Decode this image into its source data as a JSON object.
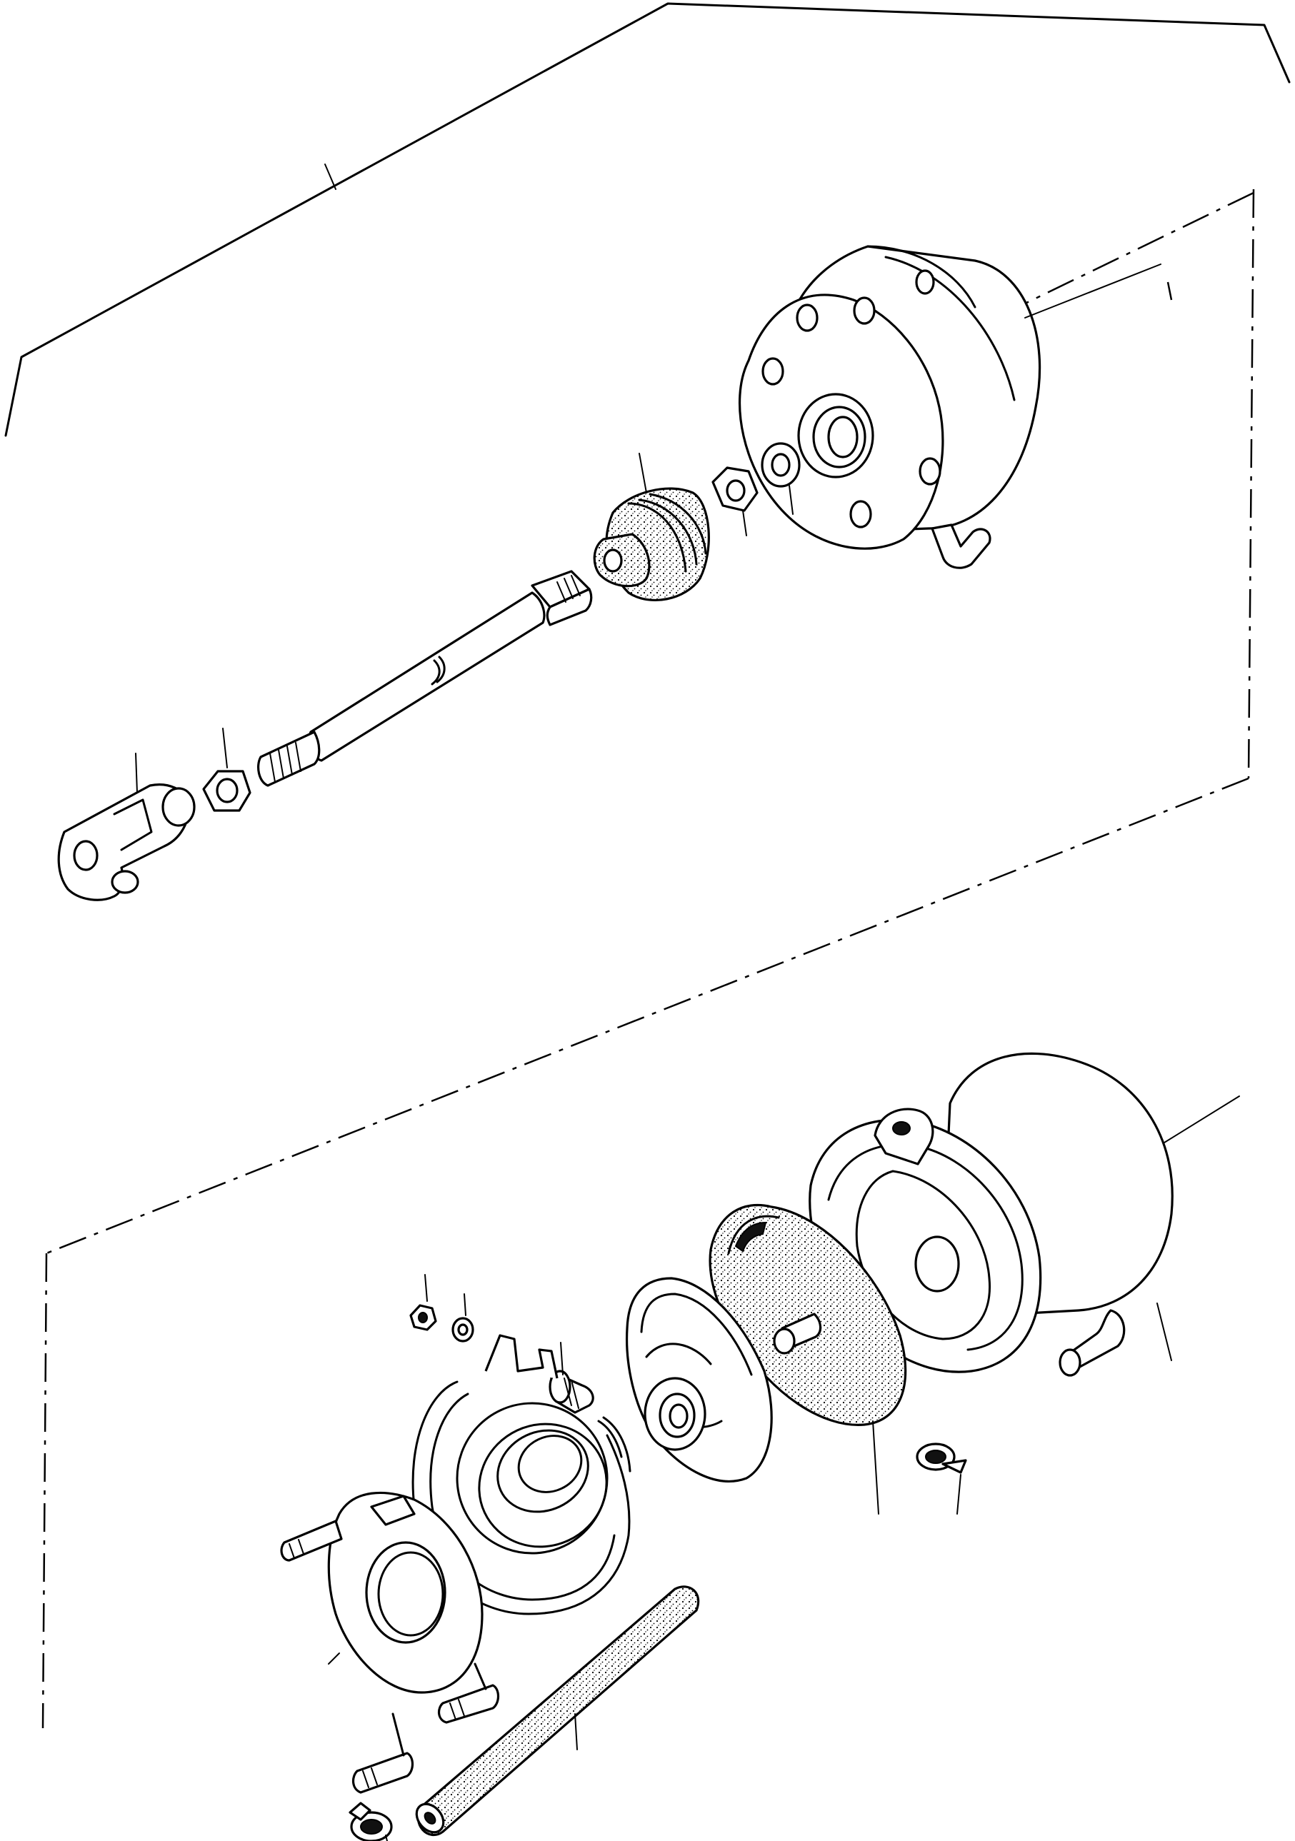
{
  "diagram": {
    "type": "exploded-parts-view",
    "colors": {
      "ink": "#000000",
      "paper": "#ffffff"
    },
    "groups": [
      {
        "id": "upper-assembly",
        "parts": [
          "clevis",
          "lock-nut",
          "push-rod",
          "boot",
          "nut",
          "washer",
          "spring-brake-housing"
        ]
      },
      {
        "id": "lower-assembly",
        "parts": [
          "nut",
          "washer",
          "bolt",
          "clamp-band",
          "return-spring",
          "mounting-flange",
          "push-plate",
          "diaphragm",
          "brake-chamber-housing",
          "hose-clamp",
          "hose",
          "hose-clamp"
        ]
      }
    ]
  }
}
